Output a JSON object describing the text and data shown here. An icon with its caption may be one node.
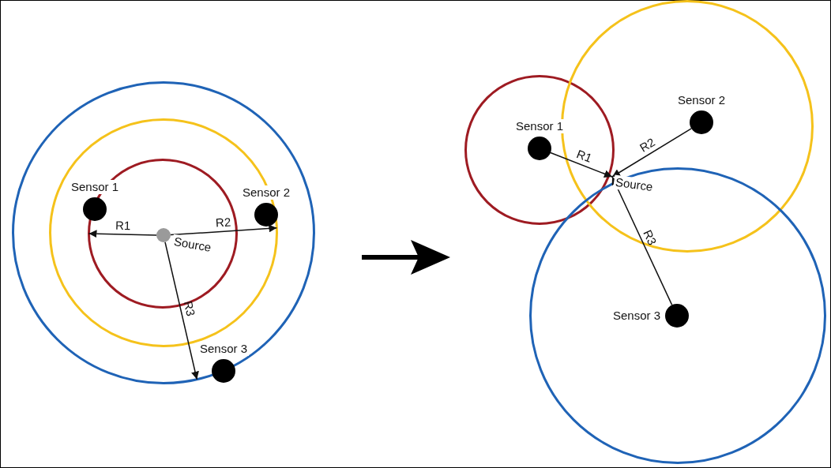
{
  "diagram": {
    "nodes": [
      {
        "text": [],
        "shape": "circle"
      },
      {
        "text": [],
        "shape": "circle",
        "in": 0
      },
      {
        "text": [],
        "shape": "circle",
        "in": 1
      },
      {
        "text": [
          "Source"
        ],
        "in": 2
      },
      {
        "text": [
          "Sensor 1"
        ],
        "in": 1
      },
      {
        "text": [
          "Sensor 2"
        ],
        "in": 1
      },
      {
        "text": [
          "Sensor 3"
        ],
        "in": 0
      },
      {
        "text": [],
        "shape": "circle"
      },
      {
        "text": [],
        "shape": "circle"
      },
      {
        "text": [],
        "shape": "circle"
      },
      {
        "text": [
          "Sensor 1"
        ],
        "in": 7
      },
      {
        "text": [
          "Sensor 2"
        ],
        "in": 8
      },
      {
        "text": [
          "Sensor 3"
        ],
        "in": 9
      },
      {
        "text": [
          "Source"
        ]
      }
    ],
    "edges": [
      {
        "from": 3,
        "to": 2,
        "arrow": "to",
        "label": "R1"
      },
      {
        "from": 3,
        "to": 1,
        "arrow": "to",
        "label": "R2"
      },
      {
        "from": 3,
        "to": 0,
        "arrow": "to",
        "label": "R3"
      },
      {
        "from": 10,
        "to": 13,
        "arrow": "to",
        "label": "R1"
      },
      {
        "from": 11,
        "to": 13,
        "arrow": "to",
        "label": "R2"
      },
      {
        "from": 12,
        "to": 13,
        "arrow": "to",
        "label": "R3"
      }
    ]
  }
}
